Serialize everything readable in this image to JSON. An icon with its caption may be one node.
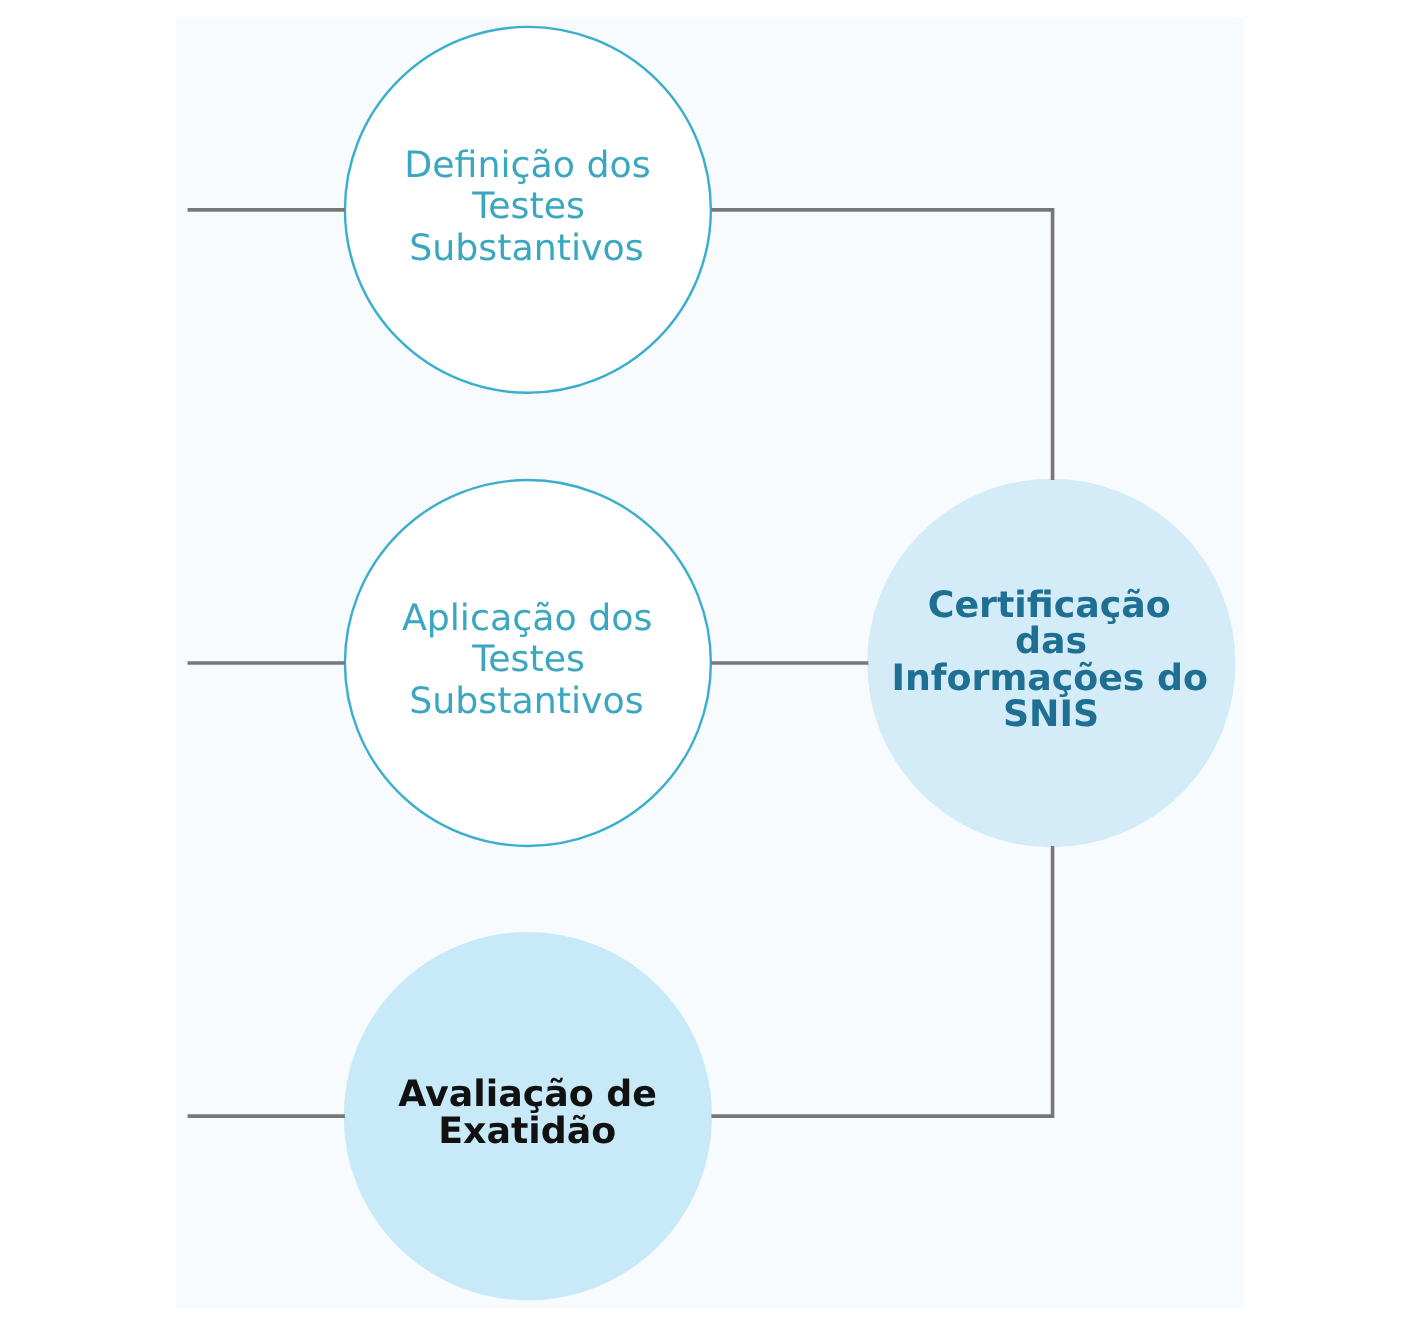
{
  "diagram": {
    "nodes": [
      {
        "text": [
          "Avaliação de Exatidão"
        ]
      },
      {
        "text": [
          "Definição dos Testes Substantivos"
        ]
      },
      {
        "text": [
          "Aplicação dos Testes Substantivos"
        ]
      },
      {
        "text": [
          "Certificação das Informações do SNIS"
        ]
      }
    ],
    "edges": [
      {
        "from": null,
        "to": 0,
        "arrow": "none"
      },
      {
        "from": null,
        "to": 1,
        "arrow": "none"
      },
      {
        "from": null,
        "to": 2,
        "arrow": "none"
      },
      {
        "from": 0,
        "to": 3,
        "arrow": "none"
      },
      {
        "from": 1,
        "to": 3,
        "arrow": "none"
      },
      {
        "from": 2,
        "to": 3,
        "arrow": "none"
      }
    ]
  }
}
